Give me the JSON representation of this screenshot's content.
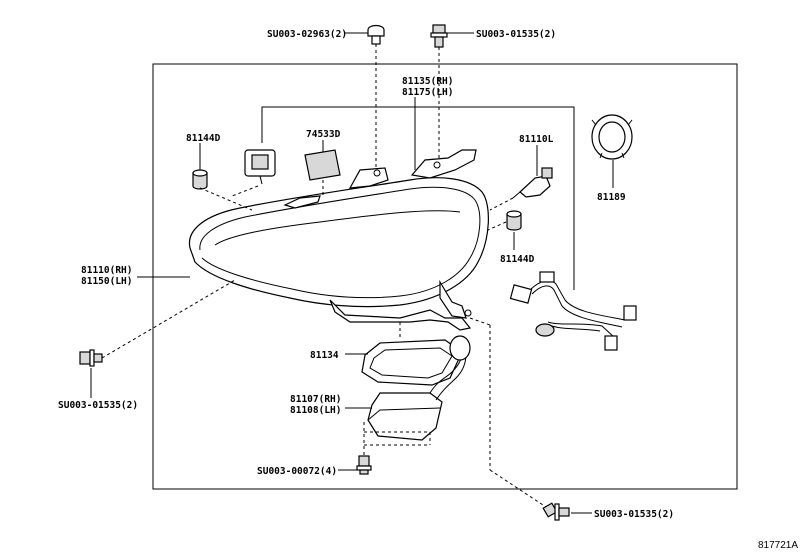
{
  "labels": {
    "su_02963": "SU003-02963(2)",
    "su_01535_top": "SU003-01535(2)",
    "p81135_rh": "81135(RH)",
    "p81175_lh": "81175(LH)",
    "p81144d_left": "81144D",
    "p74533d": "74533D",
    "p81110l": "81110L",
    "p81189": "81189",
    "p81144d_right": "81144D",
    "p81110_rh": "81110(RH)",
    "p81150_lh": "81150(LH)",
    "su_01535_left": "SU003-01535(2)",
    "p81134": "81134",
    "p81107_rh": "81107(RH)",
    "p81108_lh": "81108(LH)",
    "su_00072": "SU003-00072(4)",
    "su_01535_bottom": "SU003-01535(2)"
  },
  "diagram_ref": "817721A"
}
